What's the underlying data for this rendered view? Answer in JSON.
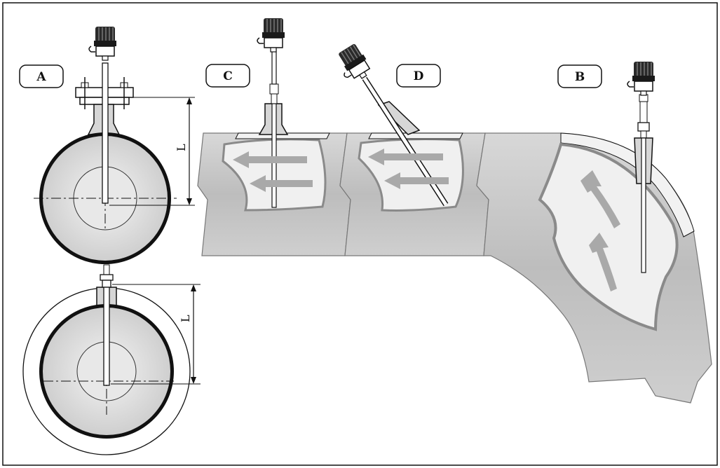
{
  "labels": {
    "a": "A",
    "b": "B",
    "c": "C",
    "d": "D"
  },
  "dimensions": {
    "length_top": "L",
    "length_bottom": "L"
  },
  "colors": {
    "pipe_wall": "#c9c9c9",
    "pipe_edge": "#8a8a8a",
    "inner_fill": "#eaeaea",
    "flow_arrow": "#a9a9a9",
    "line": "#111111"
  },
  "icons": [
    "transmitter-head-icon",
    "flow-arrow-icon",
    "flange-icon"
  ]
}
